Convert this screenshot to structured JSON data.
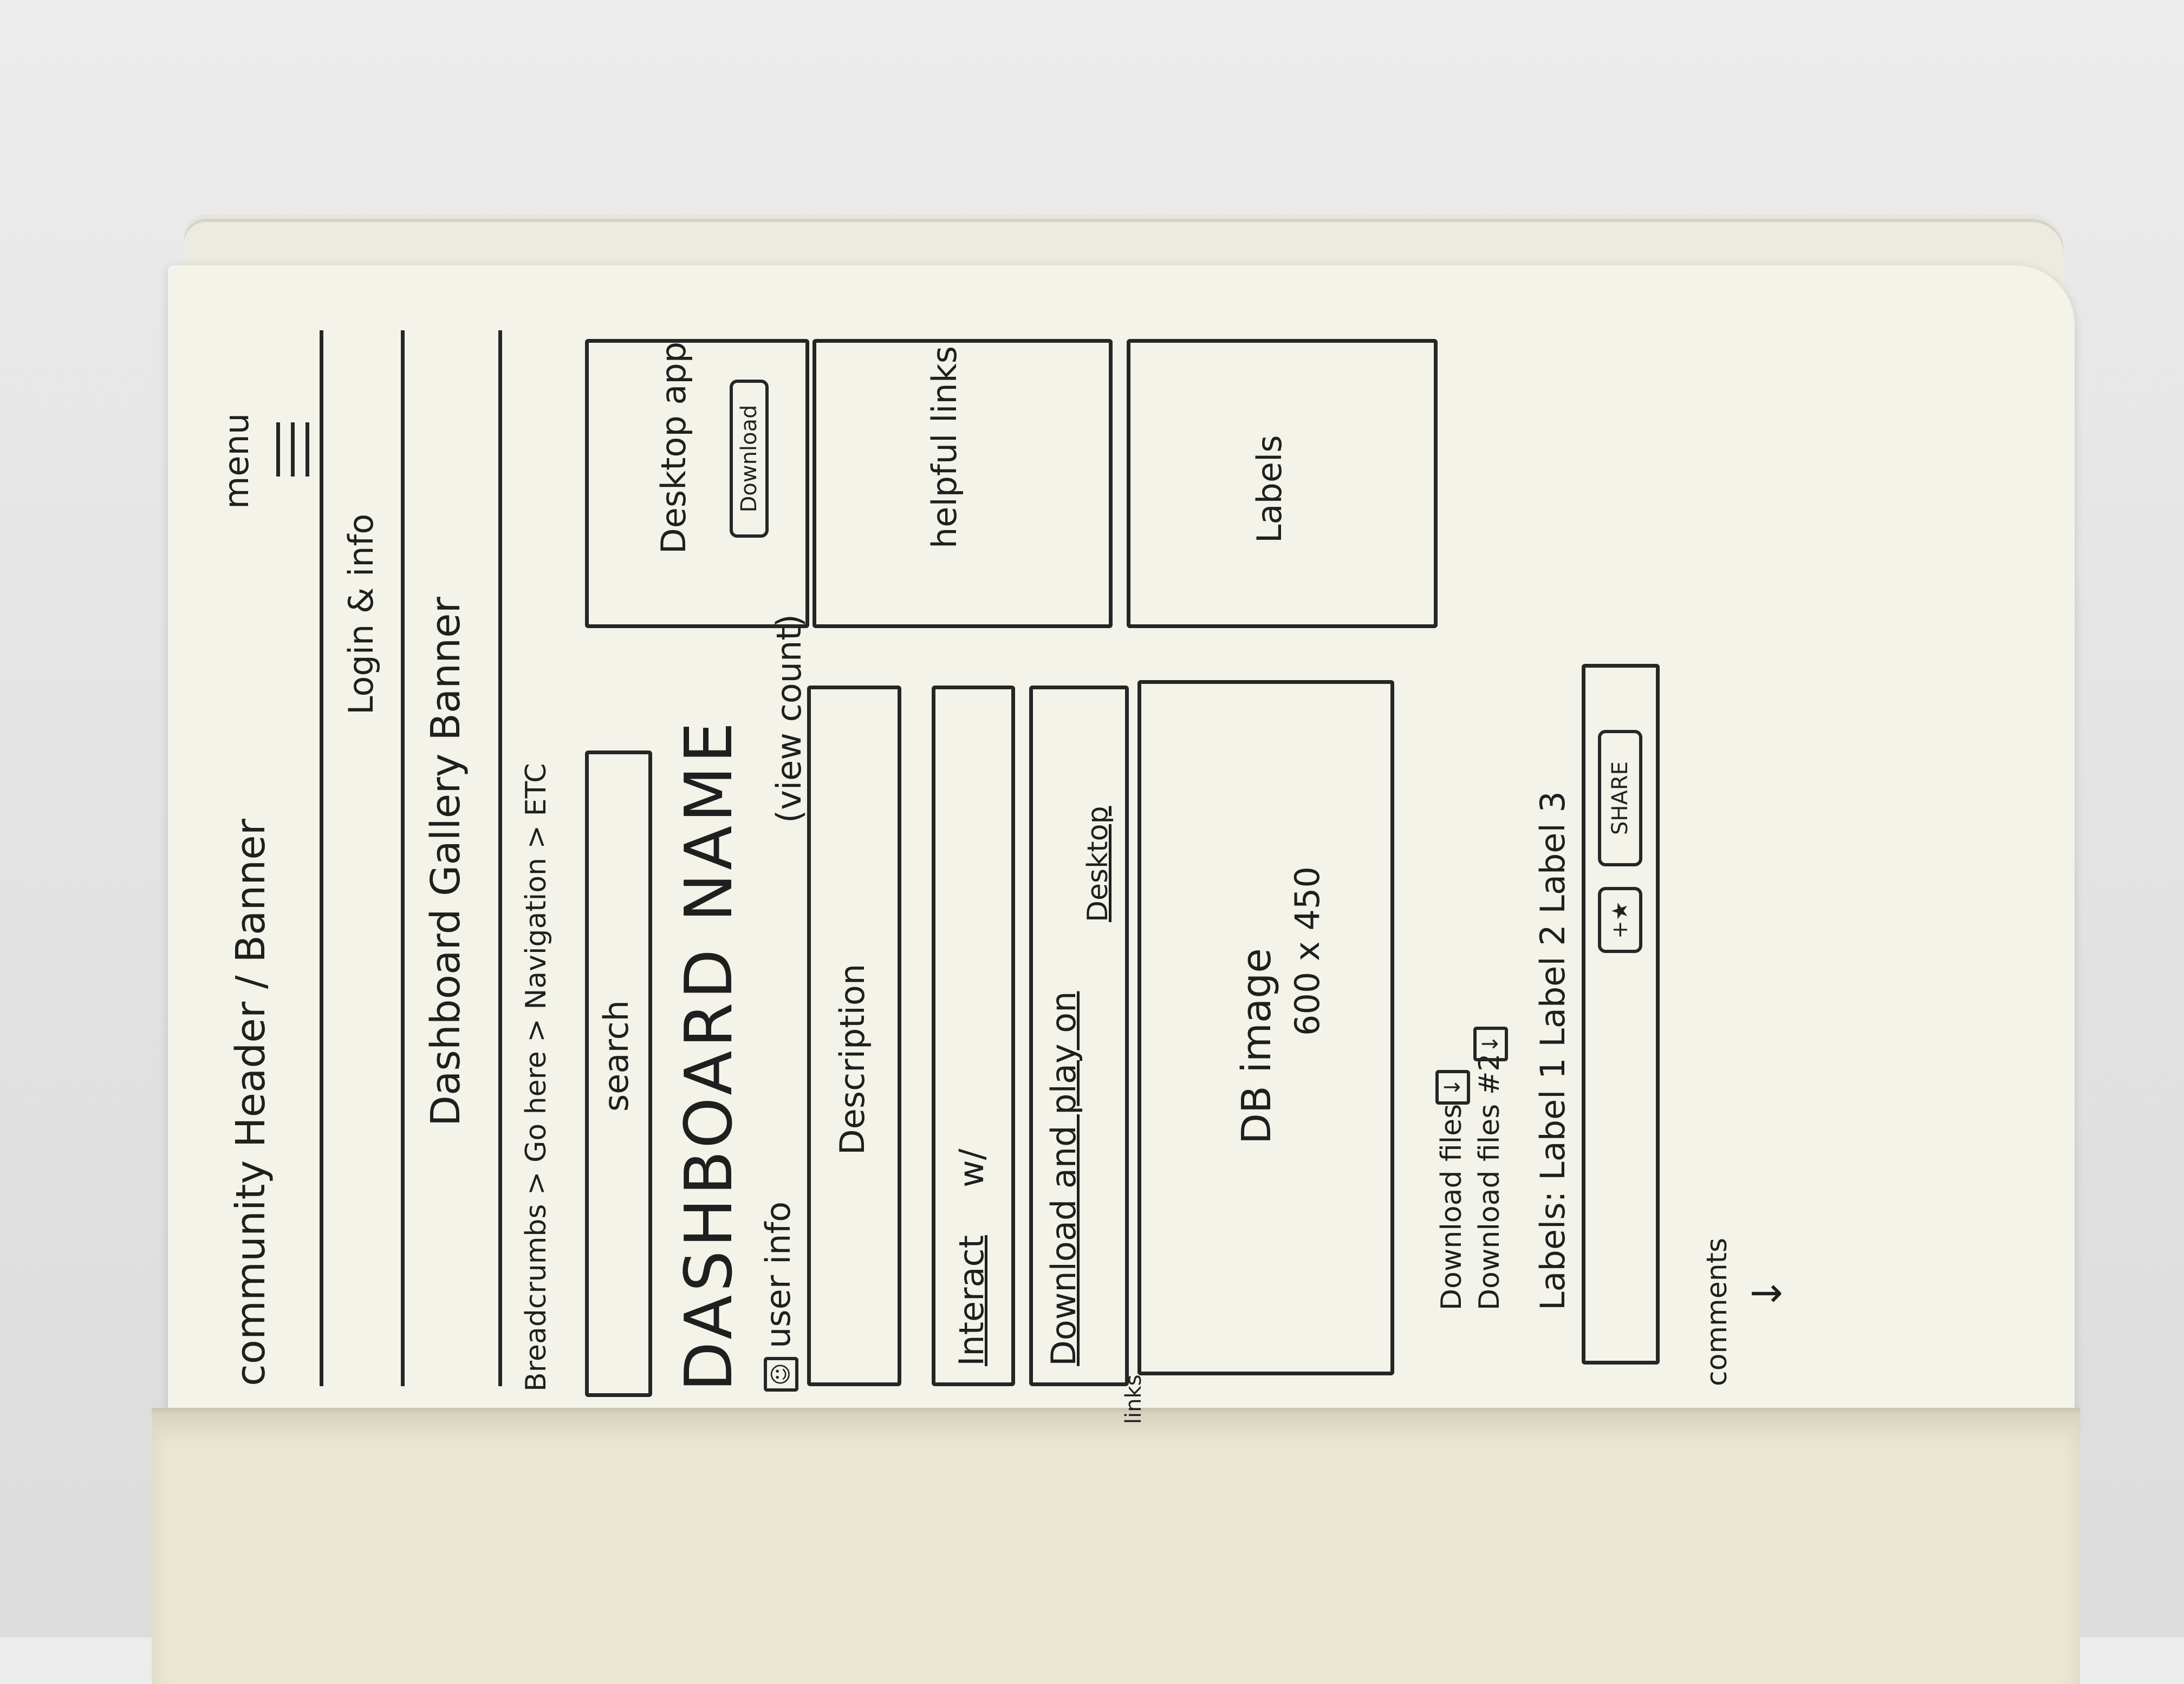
{
  "header": {
    "community_banner": "community Header / Banner",
    "menu_label": "menu",
    "login": "Login & info",
    "gallery_banner": "Dashboard Gallery Banner",
    "breadcrumbs": "Breadcrumbs > Go here > Navigation > ETC"
  },
  "search": {
    "label": "search"
  },
  "dashboard": {
    "name": "DASHBOARD NAME",
    "user_info": "user info",
    "view_count": "(view count)"
  },
  "sidebar": {
    "desktop_app": "Desktop app",
    "download_button": "Download",
    "helpful_links": "helpful links",
    "labels": "Labels"
  },
  "main": {
    "description": "Description",
    "interact": "Interact",
    "interact_suffix": "w/",
    "download_play": "Download and play on",
    "desktop": "Desktop",
    "links_note": "links",
    "db_image": "DB image",
    "db_image_size": "600 x 450"
  },
  "downloads": [
    {
      "label": "Download files"
    },
    {
      "label": "Download files #2"
    }
  ],
  "labels_row": "Labels: Label 1  Label 2  Label 3",
  "actions": {
    "favorite": "+★",
    "share": "SHARE"
  },
  "comments": "comments"
}
